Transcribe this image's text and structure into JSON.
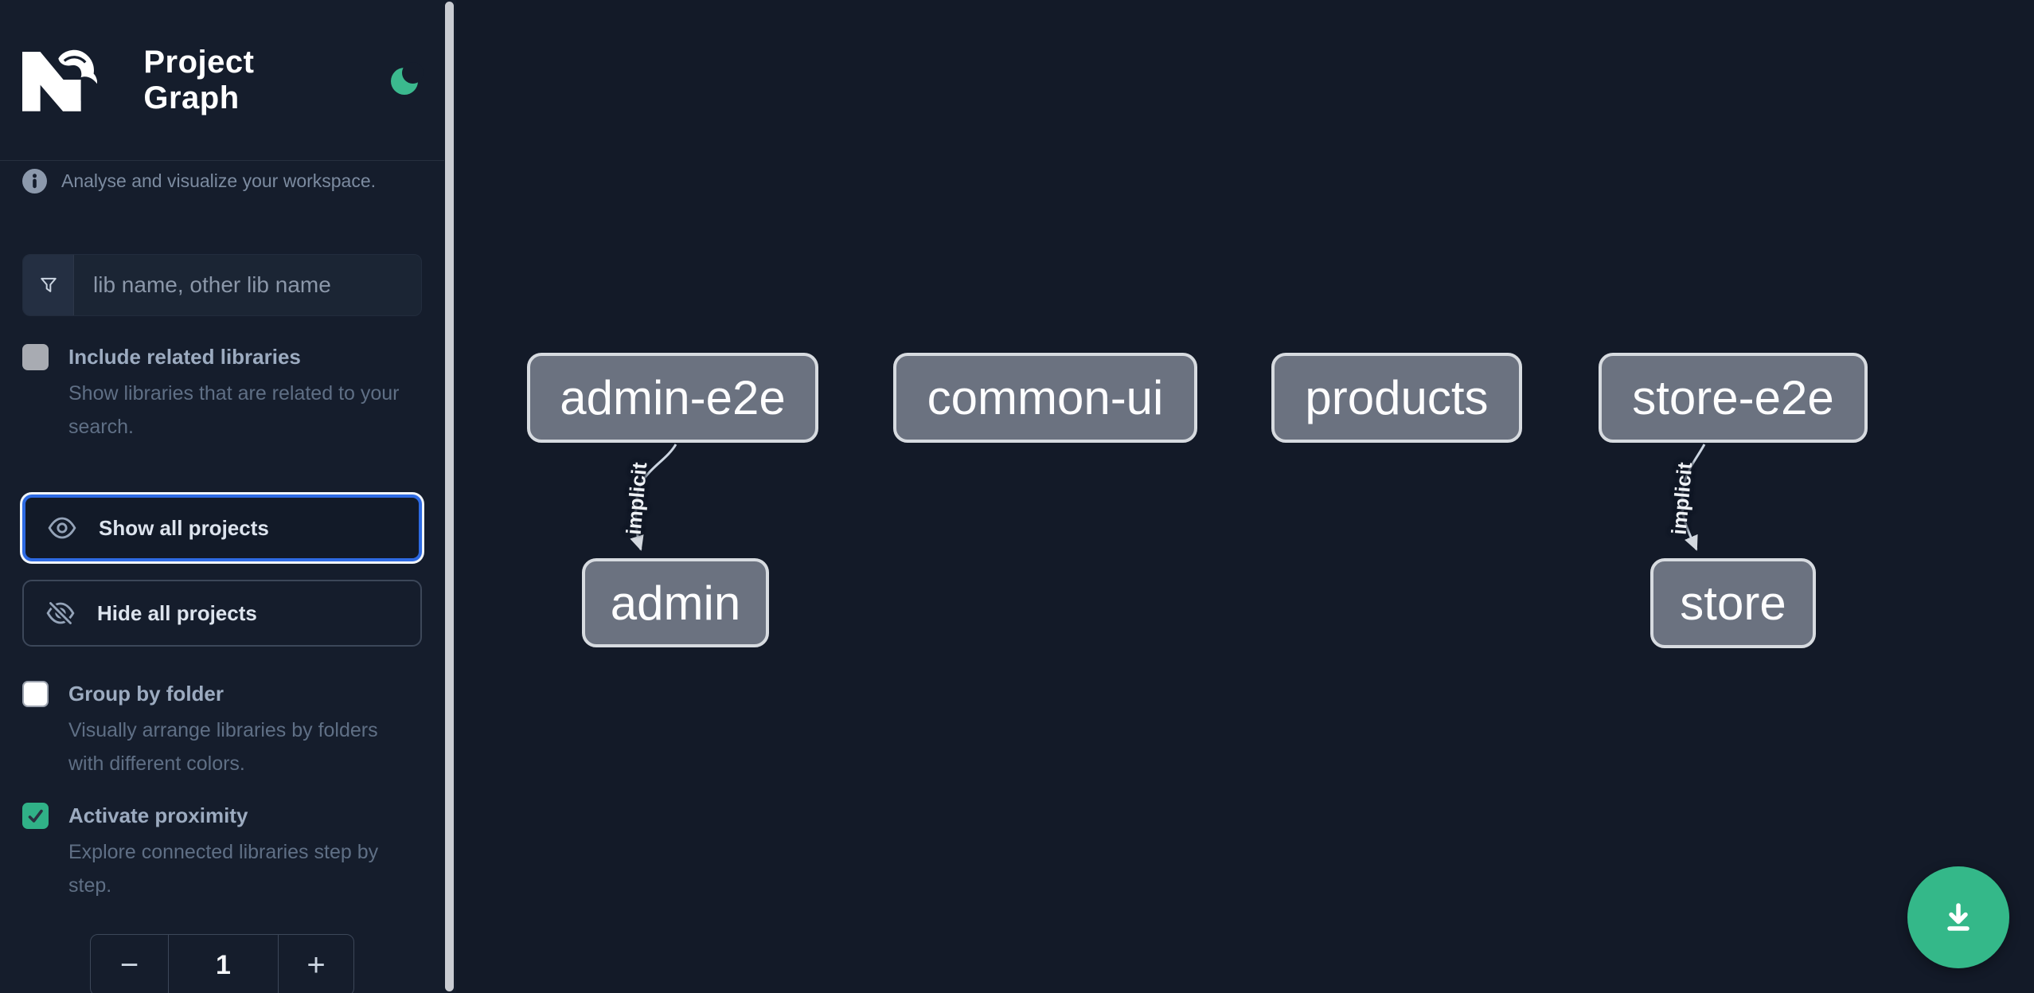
{
  "header": {
    "title": "Project Graph"
  },
  "sidebar": {
    "tagline": "Analyse and visualize your workspace.",
    "search": {
      "placeholder": "lib name, other lib name",
      "value": ""
    },
    "options": [
      {
        "label": "Include related libraries",
        "description": "Show libraries that are related to your search.",
        "checked": false
      },
      {
        "label": "Group by folder",
        "description": "Visually arrange libraries by folders with different colors.",
        "checked": false
      },
      {
        "label": "Activate proximity",
        "description": "Explore connected libraries step by step.",
        "checked": true
      }
    ],
    "actions": {
      "show_all": "Show all projects",
      "hide_all": "Hide all projects"
    },
    "stepper": {
      "decrement": "−",
      "value": "1",
      "increment": "+"
    }
  },
  "graph": {
    "nodes": [
      {
        "id": "admin-e2e",
        "label": "admin-e2e"
      },
      {
        "id": "common-ui",
        "label": "common-ui"
      },
      {
        "id": "products",
        "label": "products"
      },
      {
        "id": "store-e2e",
        "label": "store-e2e"
      },
      {
        "id": "admin",
        "label": "admin"
      },
      {
        "id": "store",
        "label": "store"
      }
    ],
    "edges": [
      {
        "source": "admin-e2e",
        "target": "admin",
        "label": "implicit",
        "type": "implicit"
      },
      {
        "source": "store-e2e",
        "target": "store",
        "label": "implicit",
        "type": "implicit"
      }
    ]
  },
  "fab": {
    "action": "download",
    "icon": "download-icon"
  },
  "colors": {
    "accent_green": "#34b889",
    "focus_blue": "#2d6ae3",
    "node_fill": "#6b7280",
    "node_border": "#d7dbe0",
    "edge": "#cbd5e1",
    "sidebar_bg": "#151d2c",
    "canvas_bg": "#131a28"
  }
}
